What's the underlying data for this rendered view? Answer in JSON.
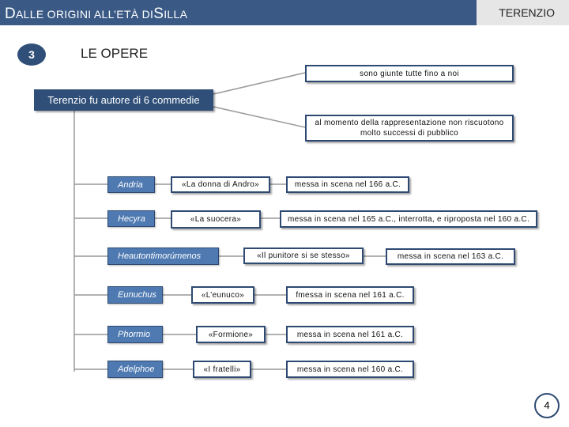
{
  "header": {
    "title_cap1": "D",
    "title_rest1": "ALLE ORIGINI ALL’ETÀ DI",
    "title_cap2": "S",
    "title_rest2": "ILLA",
    "tab_label": "TERENZIO"
  },
  "section": {
    "number": "3",
    "title": "LE OPERE"
  },
  "diagram": {
    "main": "Terenzio fu autore di 6 commedie",
    "top_box": "sono giunte tutte fino a noi",
    "mid_box_line1": "al momento della rappresentazione non riscuotono",
    "mid_box_line2": "molto successi di pubblico",
    "works": [
      {
        "title": "Andria",
        "translation": "«La donna di Andro»",
        "date": "messa in scena nel 166 a.C."
      },
      {
        "title": "Hecyra",
        "translation": "«La suocera»",
        "date": "messa in scena nel 165 a.C., interrotta, e riproposta nel 160 a.C."
      },
      {
        "title": "Heautontimorúmenos",
        "translation": "«Il punitore si se stesso»",
        "date": "messa in scena nel 163 a.C."
      },
      {
        "title": "Eunuchus",
        "translation": "«L’eunuco»",
        "date": "fmessa in scena nel 161 a.C."
      },
      {
        "title": "Phormio",
        "translation": "«Formione»",
        "date": "messa in scena nel 161 a.C."
      },
      {
        "title": "Adelphoe",
        "translation": "«I fratelli»",
        "date": "messa in scena nel 160 a.C."
      }
    ]
  },
  "page_number": "4",
  "colors": {
    "header": "#3a5a85",
    "accent": "#2f4f79",
    "title_box": "#4e79b1"
  }
}
